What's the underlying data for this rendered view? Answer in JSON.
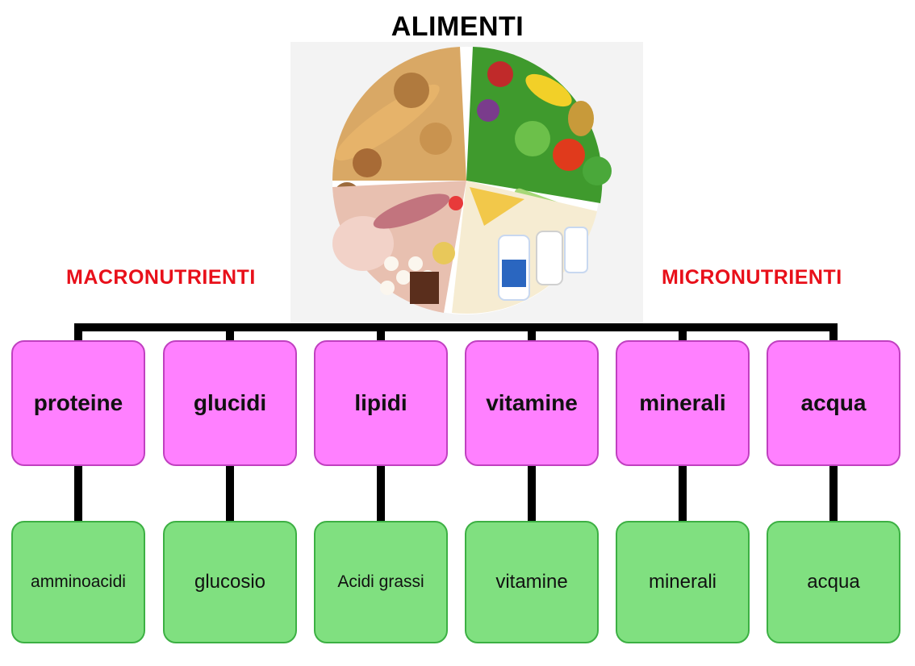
{
  "title": "ALIMENTI",
  "categories": {
    "left_label": "MACRONUTRIENTI",
    "right_label": "MICRONUTRIENTI",
    "label_color": "#e8101a"
  },
  "nutrients": [
    {
      "name": "proteine",
      "component": "amminoacidi",
      "group": "macro"
    },
    {
      "name": "glucidi",
      "component": "glucosio",
      "group": "macro"
    },
    {
      "name": "lipidi",
      "component": "Acidi grassi",
      "group": "macro"
    },
    {
      "name": "vitamine",
      "component": "vitamine",
      "group": "micro"
    },
    {
      "name": "minerali",
      "component": "minerali",
      "group": "micro"
    },
    {
      "name": "acqua",
      "component": "acqua",
      "group": "micro"
    }
  ],
  "colors": {
    "nutrient_fill": "#ff80ff",
    "component_fill": "#80e080",
    "connector": "#000000"
  }
}
